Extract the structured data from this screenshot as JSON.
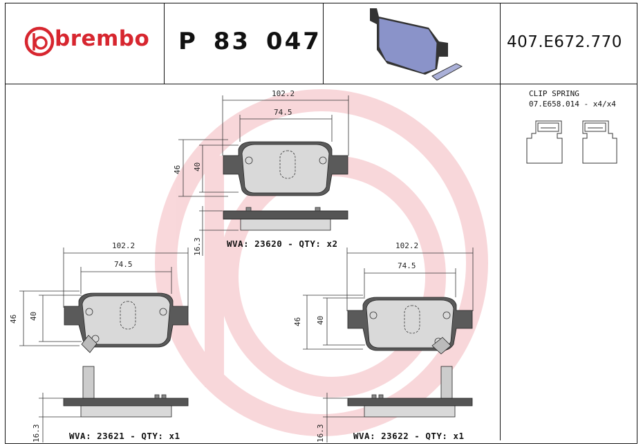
{
  "header": {
    "brand": "brembo",
    "part_number": "P 83 047",
    "reference": "407.E672.770"
  },
  "clip": {
    "title": "CLIP SPRING",
    "code": "07.E658.014 - x4/x4"
  },
  "views": [
    {
      "width_outer": "102.2",
      "width_inner": "74.5",
      "height_outer": "46",
      "height_inner": "40",
      "thickness": "16.3",
      "caption": "WVA: 23620 - QTY: x2"
    },
    {
      "width_outer": "102.2",
      "width_inner": "74.5",
      "height_outer": "46",
      "height_inner": "40",
      "thickness": "16.3",
      "caption": "WVA: 23621 - QTY: x1"
    },
    {
      "width_outer": "102.2",
      "width_inner": "74.5",
      "height_outer": "46",
      "height_inner": "40",
      "thickness": "16.3",
      "caption": "WVA: 23622 - QTY: x1"
    }
  ],
  "colors": {
    "brand_red": "#d7262f",
    "watermark": "#f6d3d5",
    "pad_fill": "#d9d9d9",
    "backing": "#555555"
  }
}
